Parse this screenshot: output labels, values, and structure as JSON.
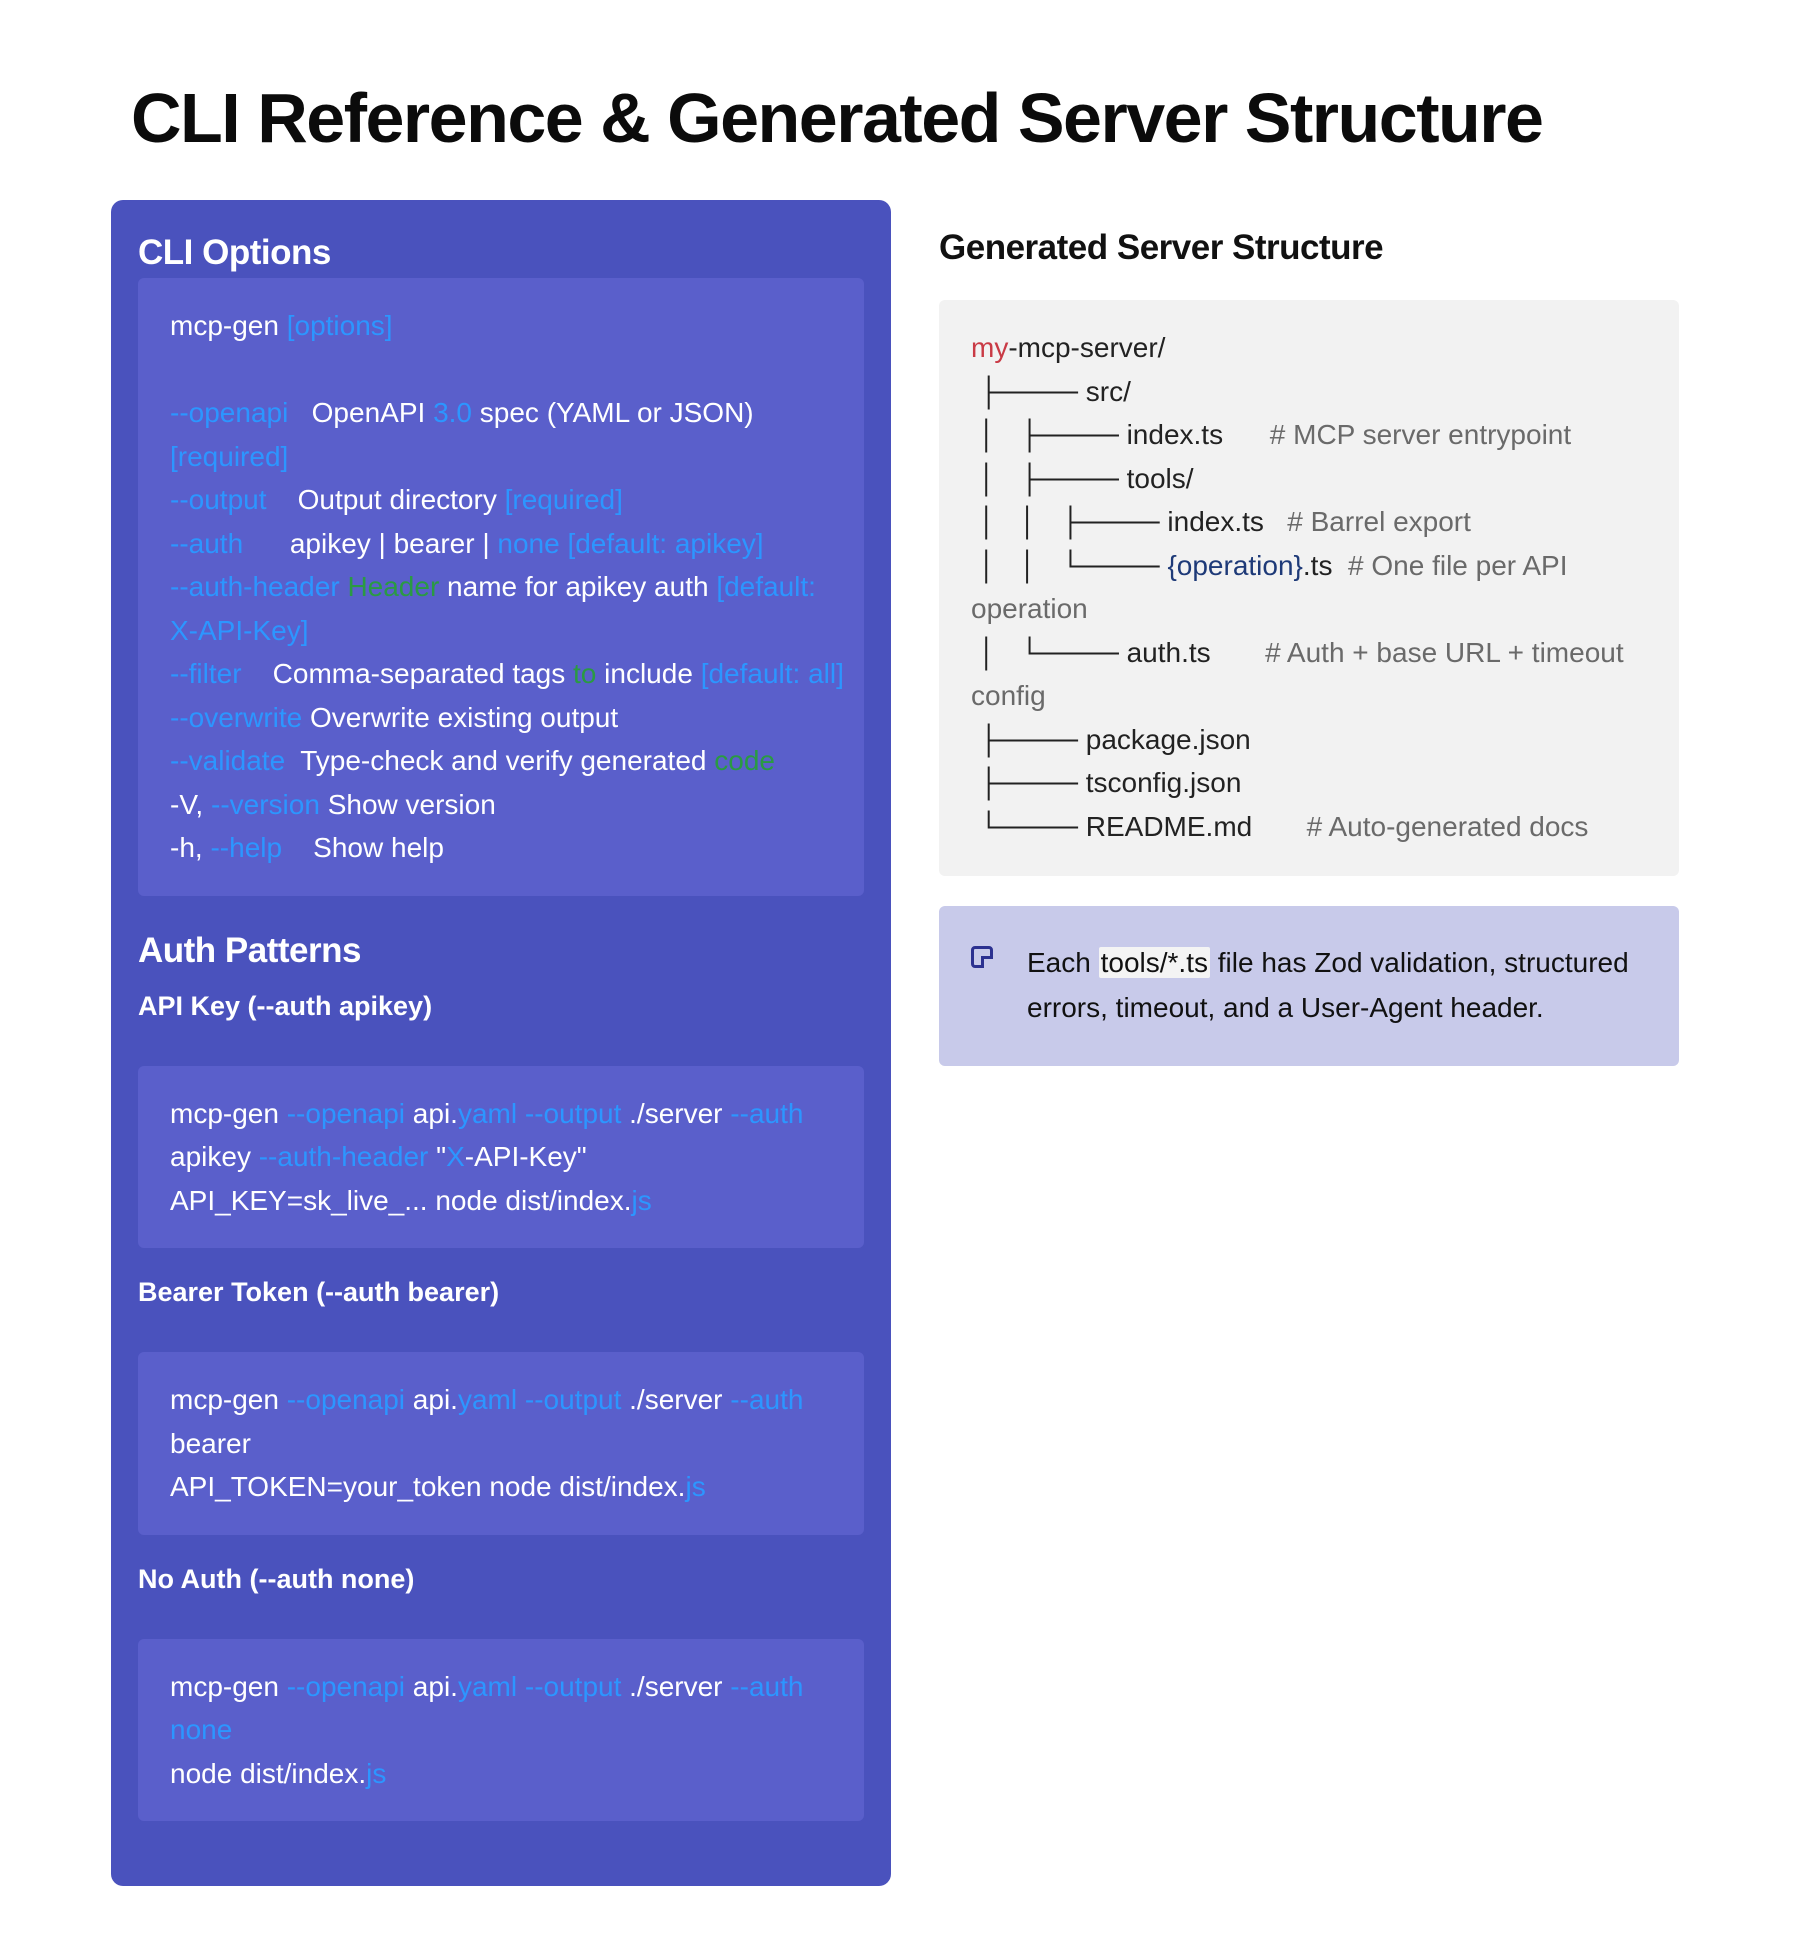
{
  "page": {
    "title": "CLI Reference & Generated Server Structure"
  },
  "cli": {
    "heading": "CLI Options",
    "lines": [
      [
        [
          "mcp-gen ",
          "w"
        ],
        [
          "[options]",
          "b"
        ]
      ],
      [],
      [
        [
          "--openapi",
          "b"
        ],
        [
          "   OpenAPI ",
          "w"
        ],
        [
          "3.0",
          "b"
        ],
        [
          " spec (YAML or JSON)",
          "w"
        ]
      ],
      [
        [
          "[required]",
          "b"
        ]
      ],
      [
        [
          "--output",
          "b"
        ],
        [
          "    Output directory ",
          "w"
        ],
        [
          "[required]",
          "b"
        ]
      ],
      [
        [
          "--auth",
          "b"
        ],
        [
          "      apikey | bearer | ",
          "w"
        ],
        [
          "none [default: apikey]",
          "b"
        ]
      ],
      [
        [
          "--auth-header ",
          "b"
        ],
        [
          "Header",
          "g"
        ],
        [
          " name for apikey auth ",
          "w"
        ],
        [
          "[default:",
          "b"
        ]
      ],
      [
        [
          "X-API-Key]",
          "b"
        ]
      ],
      [
        [
          "--filter",
          "b"
        ],
        [
          "    Comma-separated tags ",
          "w"
        ],
        [
          "to",
          "g"
        ],
        [
          " include ",
          "w"
        ],
        [
          "[default: all]",
          "b"
        ]
      ],
      [
        [
          "--overwrite",
          "b"
        ],
        [
          " Overwrite existing output",
          "w"
        ]
      ],
      [
        [
          "--validate",
          "b"
        ],
        [
          "  Type-check and verify generated ",
          "w"
        ],
        [
          "code",
          "g"
        ]
      ],
      [
        [
          "-V, ",
          "w"
        ],
        [
          "--version",
          "b"
        ],
        [
          " Show version",
          "w"
        ]
      ],
      [
        [
          "-h, ",
          "w"
        ],
        [
          "--help",
          "b"
        ],
        [
          "    Show help",
          "w"
        ]
      ]
    ]
  },
  "auth": {
    "heading": "Auth Patterns",
    "patterns": [
      {
        "title": "API Key (--auth apikey)",
        "lines": [
          [
            [
              "mcp-gen ",
              "w"
            ],
            [
              "--openapi",
              "b"
            ],
            [
              " api.",
              "w"
            ],
            [
              "yaml",
              "b"
            ],
            [
              " ",
              "w"
            ],
            [
              "--output",
              "b"
            ],
            [
              " ./server ",
              "w"
            ],
            [
              "--auth",
              "b"
            ]
          ],
          [
            [
              "apikey ",
              "w"
            ],
            [
              "--auth-header",
              "b"
            ],
            [
              " \"",
              "w"
            ],
            [
              "X",
              "b"
            ],
            [
              "-API-Key\"",
              "w"
            ]
          ],
          [
            [
              "API_KEY=sk_live_... node dist/index.",
              "w"
            ],
            [
              "js",
              "b"
            ]
          ]
        ]
      },
      {
        "title": "Bearer Token (--auth bearer)",
        "lines": [
          [
            [
              "mcp-gen ",
              "w"
            ],
            [
              "--openapi",
              "b"
            ],
            [
              " api.",
              "w"
            ],
            [
              "yaml",
              "b"
            ],
            [
              " ",
              "w"
            ],
            [
              "--output",
              "b"
            ],
            [
              " ./server ",
              "w"
            ],
            [
              "--auth",
              "b"
            ]
          ],
          [
            [
              "bearer",
              "w"
            ]
          ],
          [
            [
              "API_TOKEN=your_token node dist/index.",
              "w"
            ],
            [
              "js",
              "b"
            ]
          ]
        ]
      },
      {
        "title": "No Auth (--auth none)",
        "lines": [
          [
            [
              "mcp-gen ",
              "w"
            ],
            [
              "--openapi",
              "b"
            ],
            [
              " api.",
              "w"
            ],
            [
              "yaml",
              "b"
            ],
            [
              " ",
              "w"
            ],
            [
              "--output",
              "b"
            ],
            [
              " ./server ",
              "w"
            ],
            [
              "--auth",
              "b"
            ]
          ],
          [
            [
              "none",
              "b"
            ]
          ],
          [
            [
              "node dist/index.",
              "w"
            ],
            [
              "js",
              "b"
            ]
          ]
        ]
      }
    ]
  },
  "structure": {
    "heading": "Generated Server Structure",
    "lines": [
      [
        [
          "my",
          "red"
        ],
        [
          "-mcp-server/",
          ""
        ]
      ],
      [
        [
          " ├──── src/",
          ""
        ]
      ],
      [
        [
          " │   ├──── index.ts      ",
          ""
        ],
        [
          "# MCP server entrypoint",
          "gray"
        ]
      ],
      [
        [
          " │   ├──── tools/",
          ""
        ]
      ],
      [
        [
          " │   │   ├──── index.ts   ",
          ""
        ],
        [
          "# Barrel export",
          "gray"
        ]
      ],
      [
        [
          " │   │   └──── ",
          ""
        ],
        [
          "{operation}",
          "",
          " navy"
        ],
        [
          ".ts  ",
          ""
        ],
        [
          "# One file per API",
          "gray"
        ]
      ],
      [
        [
          "operation",
          "gray"
        ]
      ],
      [
        [
          " │   └──── auth.ts       ",
          ""
        ],
        [
          "# Auth + base URL + timeout",
          "gray"
        ]
      ],
      [
        [
          "config",
          "gray"
        ]
      ],
      [
        [
          " ├──── package.json",
          ""
        ]
      ],
      [
        [
          " ├──── tsconfig.json",
          ""
        ]
      ],
      [
        [
          " └──── README.md       ",
          ""
        ],
        [
          "# Auto-generated docs",
          "gray"
        ]
      ]
    ]
  },
  "note": {
    "before": "Each ",
    "code": "tools/*.ts",
    "after": " file has Zod validation, structured errors, timeout, and a User-Agent header."
  }
}
